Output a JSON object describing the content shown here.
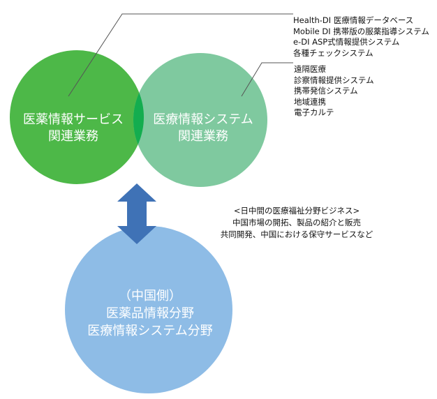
{
  "colors": {
    "green_circle": "#4db848",
    "mint_circle": "#7fc99f",
    "overlap": "#13ad4f",
    "blue_circle": "#8ebce6",
    "arrow": "#3f72b6",
    "leader_line": "#555555"
  },
  "circles": {
    "left": {
      "lines": [
        "医薬情報サービス",
        "関連業務"
      ]
    },
    "right": {
      "lines": [
        "医療情報システム",
        "関連業務"
      ]
    },
    "china": {
      "lines": [
        "（中国側）",
        "医薬品情報分野",
        "医療情報システム分野"
      ]
    }
  },
  "notes": {
    "top": [
      "Health-DI 医療情報データベース",
      "Mobile DI 携帯版の服薬指導システム",
      "e-DI ASP式情報提供システム",
      "各種チェックシステム"
    ],
    "mid": [
      "遠隔医療",
      "診察情報提供システム",
      "携帯発信システム",
      "地域連携",
      "電子カルテ"
    ],
    "center": [
      "<日中間の医療福祉分野ビジネス>",
      "中国市場の開拓、製品の紹介と販売",
      "共同開発、中国における保守サービスなど"
    ]
  },
  "arrow": {
    "direction": "bidirectional-vertical"
  }
}
